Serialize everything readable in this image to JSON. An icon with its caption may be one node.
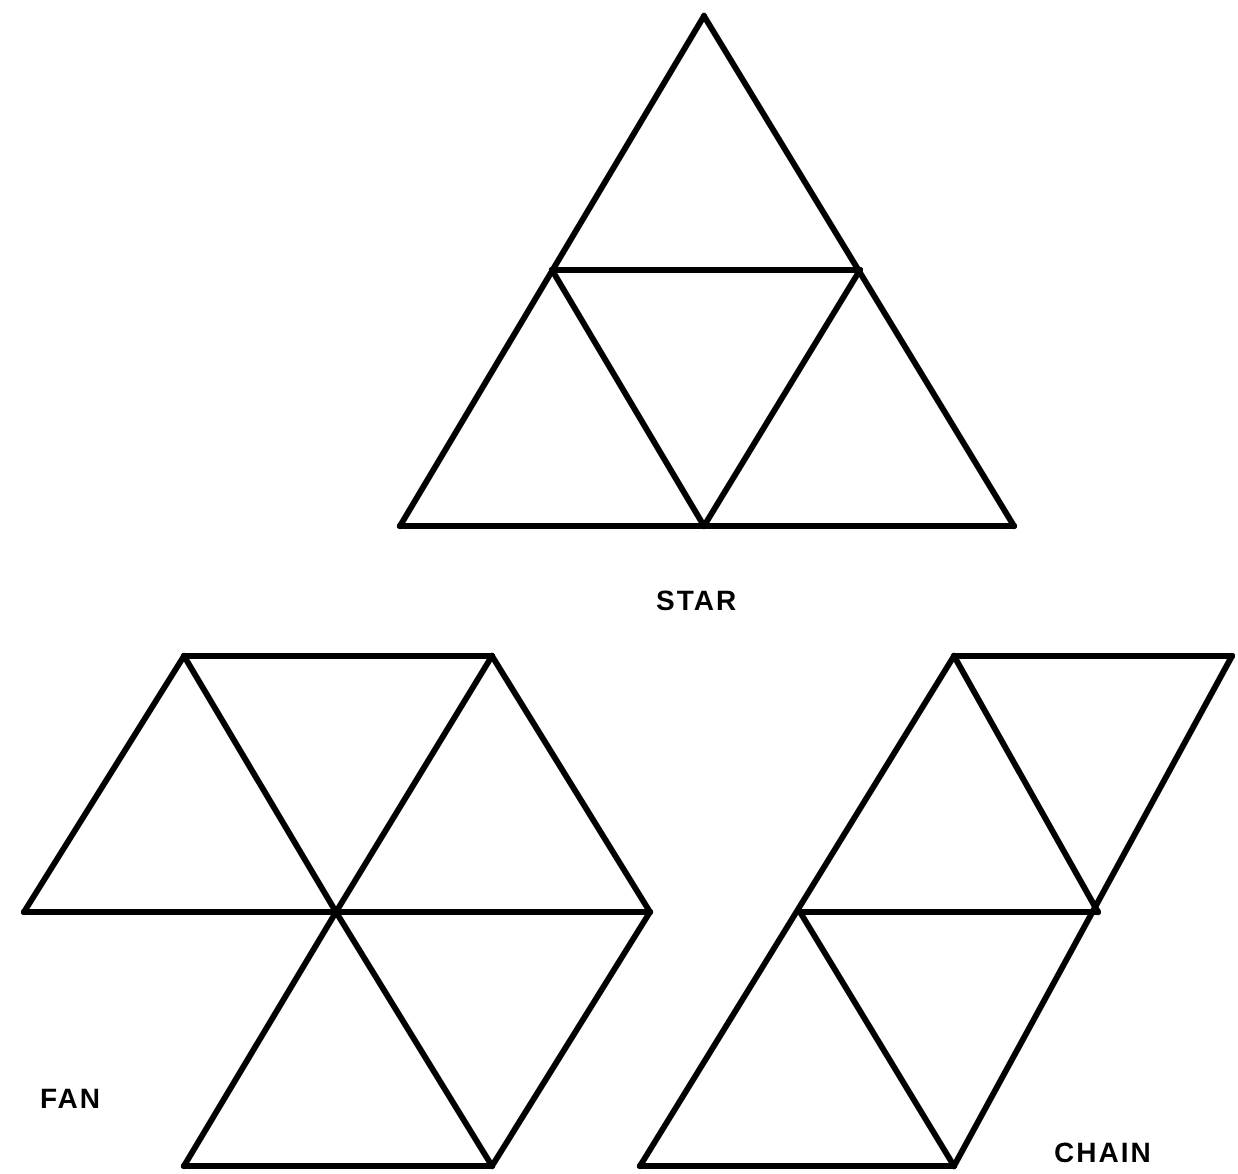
{
  "diagram": {
    "labels": [
      "STAR",
      "FAN",
      "CHAIN"
    ]
  }
}
